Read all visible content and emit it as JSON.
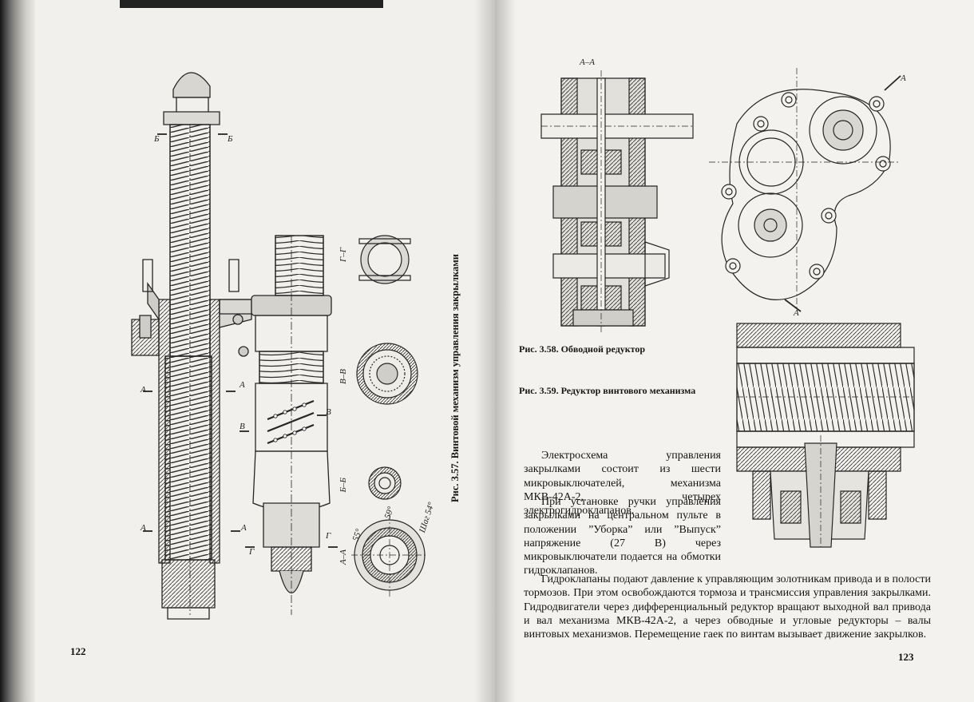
{
  "left_page": {
    "figure_3_57": {
      "caption": "Рис. 3.57. Винтовой механизм управления закрылками",
      "section_labels": [
        "Б",
        "Б",
        "А",
        "А",
        "В",
        "В",
        "А",
        "А",
        "Г",
        "Г"
      ],
      "section_titles": [
        "Г–Г",
        "В–В",
        "Б–Б",
        "А–А"
      ],
      "angle_labels": [
        "59°",
        "55°",
        "Шаг 54°"
      ]
    },
    "page_number": "122"
  },
  "right_page": {
    "figure_3_58": {
      "caption": "Рис. 3.58. Обводной редуктор",
      "section_title": "А–А",
      "section_marks": [
        "А",
        "А"
      ]
    },
    "figure_3_59": {
      "caption": "Рис. 3.59. Редуктор винтового механизма"
    },
    "paragraphs": [
      "Электросхема управления закрылками состоит из шести микровыключателей, механизма МКВ-42А-2, четырех электрогидроклапанов.",
      "При установке ручки управления закрылками на центральном пульте в положении ”Уборка” или ”Выпуск” напряжение (27 В) через микровыключатели подается на обмотки гидроклапанов.",
      "Гидроклапаны подают давление к управляющим золотникам привода и в полости тормозов. При этом освобождаются тормоза и трансмиссия управления закрылками. Гидродвигатели через дифференциальный редуктор вращают выходной вал привода и вал механизма МКВ-42А-2, а через обводные и угловые редукторы – валы винтовых механизмов. Перемещение гаек по винтам вызывает движение закрылков."
    ],
    "page_number": "123"
  }
}
